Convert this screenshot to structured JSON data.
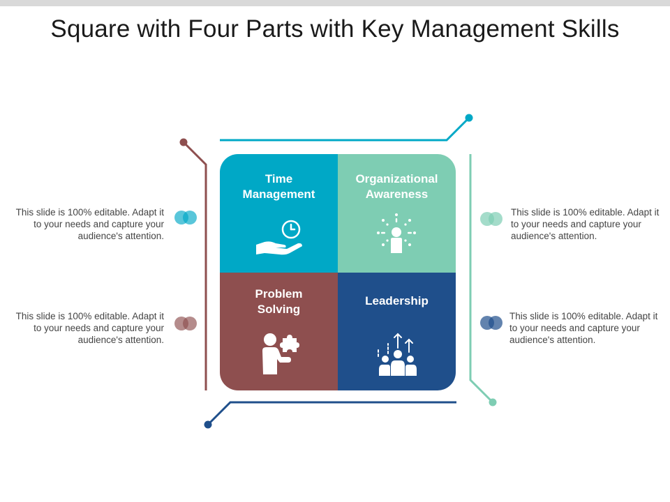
{
  "title": "Square with Four Parts with Key Management Skills",
  "colors": {
    "teal": "#00a8c6",
    "mint": "#7ecdb3",
    "maroon": "#8e4f4f",
    "navy": "#1f4f8b"
  },
  "quadrants": [
    {
      "label": "Time\nManagement",
      "icon": "hand-clock-icon"
    },
    {
      "label": "Organizational\nAwareness",
      "icon": "person-radiating-icon"
    },
    {
      "label": "Problem\nSolving",
      "icon": "person-puzzle-icon"
    },
    {
      "label": "Leadership",
      "icon": "team-growth-icon"
    }
  ],
  "notes": [
    {
      "text": "This slide is 100% editable. Adapt it to your needs and capture your audience's attention."
    },
    {
      "text": "This slide is 100% editable. Adapt it to your needs and capture your audience's attention."
    },
    {
      "text": "This slide is 100% editable. Adapt it to your needs and capture your audience's attention."
    },
    {
      "text": "This slide is 100% editable. Adapt it to your needs and capture your audience's attention."
    }
  ]
}
